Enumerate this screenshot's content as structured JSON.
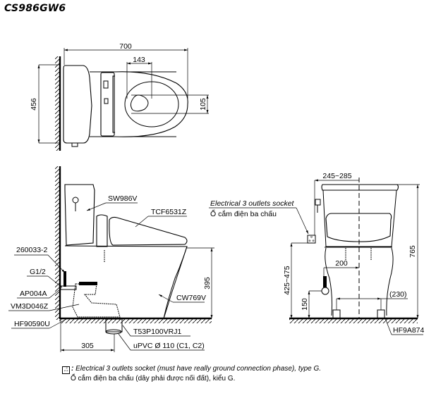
{
  "title": "CS986GW6",
  "top_view": {
    "dim_overall_length": "700",
    "dim_bowl_opening": "143",
    "dim_outlet_width": "105",
    "dim_depth": "456"
  },
  "side_view": {
    "labels": {
      "tank": "SW986V",
      "seat": "TCF6531Z",
      "angle_valve_hose": "260033-2",
      "thread": "G1/2",
      "supply_fitting": "AP004A",
      "valve": "VM3D046Z",
      "floor_flange": "HF90590U",
      "bowl": "CW769V",
      "drain_adapter": "T53P100VRJ1",
      "drain_pipe": "uPVC Ø 110 (C1, C2)"
    },
    "dim_seat_height": "395",
    "dim_rough_in": "305"
  },
  "front_view": {
    "socket_label_en": "Electrical 3 outlets socket",
    "socket_label_vi": "Ổ cắm điện ba chấu",
    "dim_socket_offset": "245~285",
    "dim_total_height": "765",
    "dim_socket_height": "425~475",
    "dim_supply_offset": "200",
    "dim_supply_height": "150",
    "dim_bolt_spacing": "(230)",
    "bolt_label": "HF9A874"
  },
  "footnote": {
    "symbol": "socket-symbol",
    "line1": "Electrical 3 outlets socket (must have really ground connection phase), type G.",
    "line2": "Ổ cắm điện ba chấu (dây phải được nối đất), kiểu G."
  }
}
